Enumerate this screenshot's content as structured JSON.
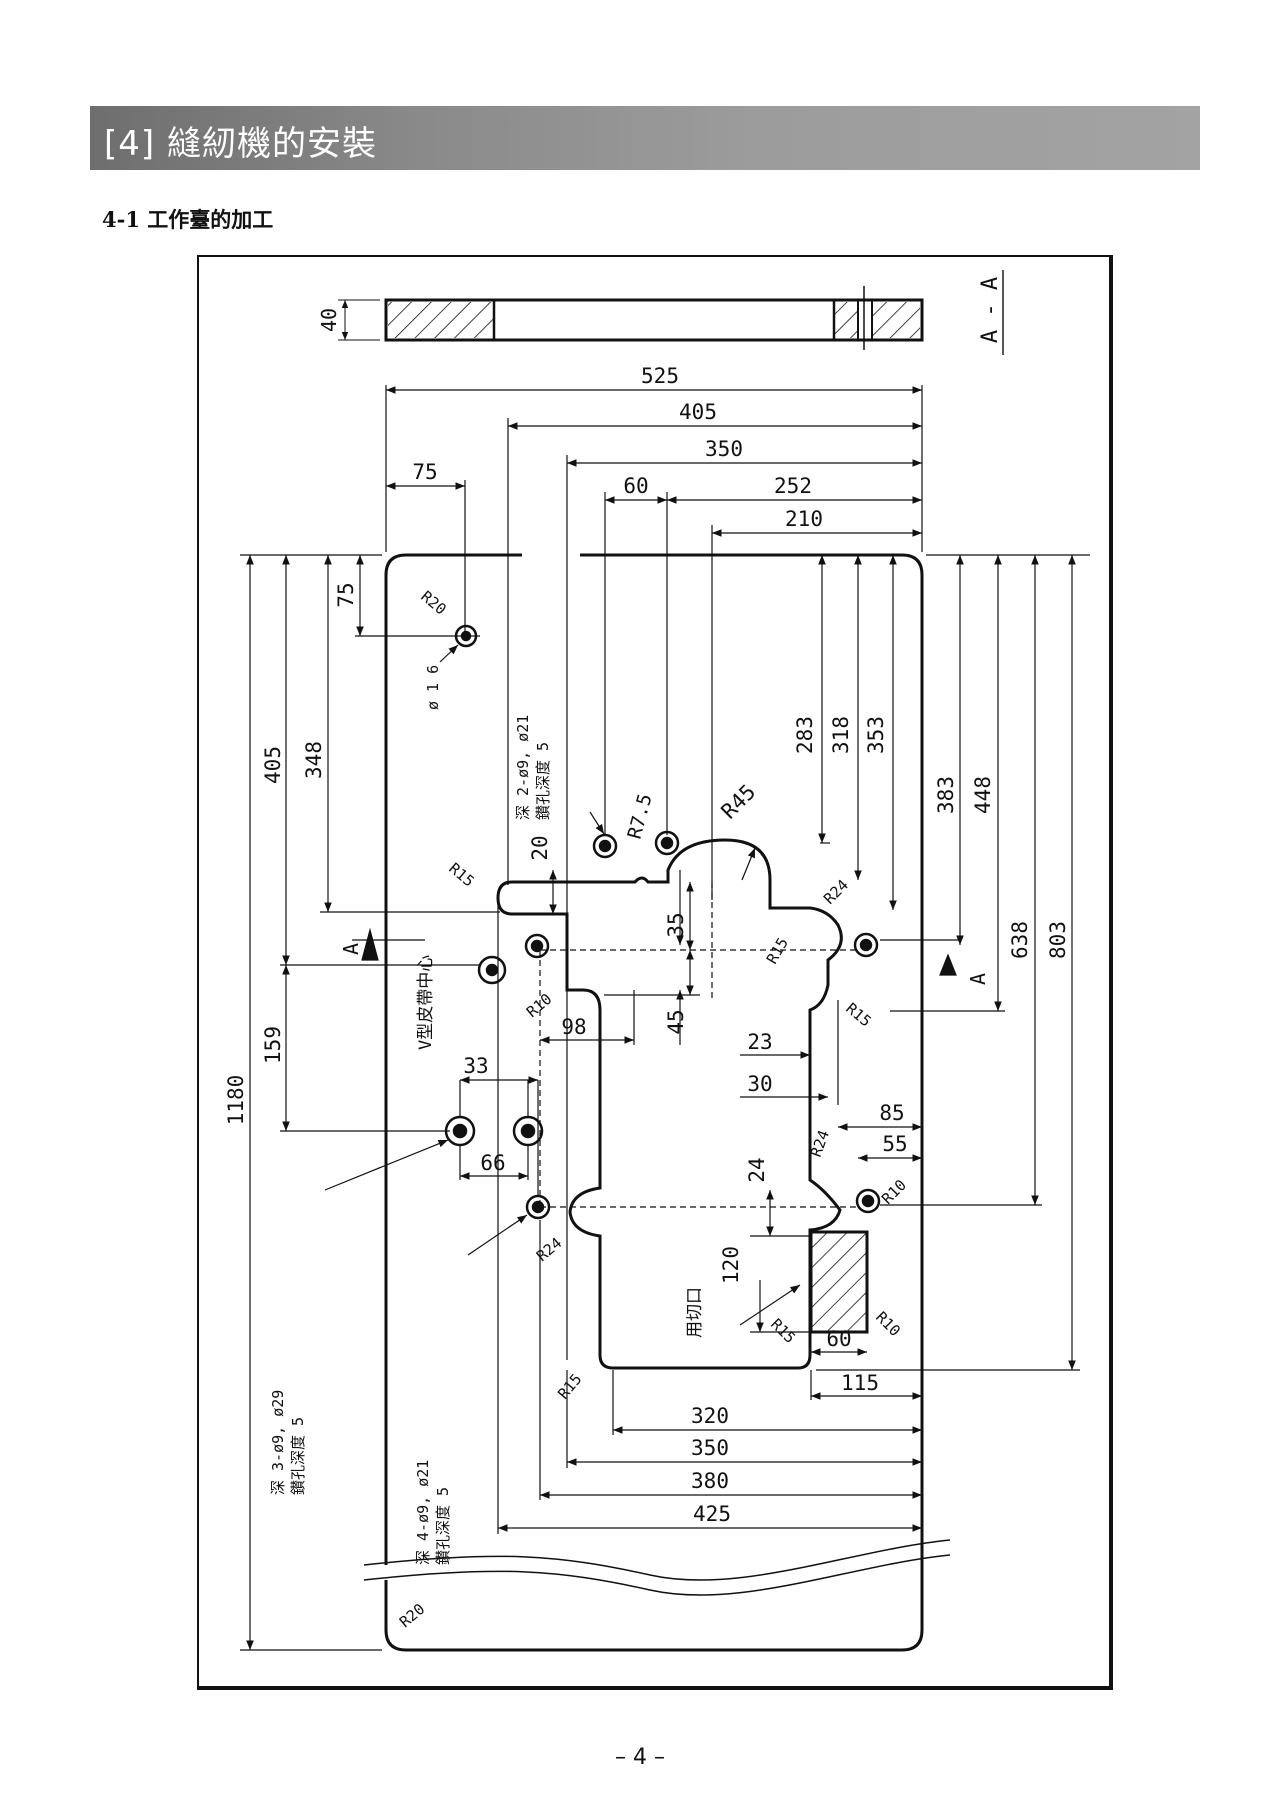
{
  "header": {
    "title": "[4] 縫紉機的安裝"
  },
  "section": {
    "title": "4-1 工作臺的加工"
  },
  "drawing": {
    "section_view_label": "A - A",
    "section_thickness": "40",
    "section_marker": "A",
    "horizontal_dims": {
      "d525": "525",
      "d405": "405",
      "d350": "350",
      "d60": "60",
      "d252": "252",
      "d210": "210",
      "d75": "75",
      "d98": "98",
      "d33": "33",
      "d66": "66",
      "d23": "23",
      "d30": "30",
      "d85": "85",
      "d55": "55",
      "d60b": "60",
      "d115": "115",
      "d320": "320",
      "d350b": "350",
      "d380": "380",
      "d425": "425"
    },
    "vertical_dims": {
      "d1180": "1180",
      "d405v": "405",
      "d348": "348",
      "d75v": "75",
      "d159": "159",
      "d283": "283",
      "d318": "318",
      "d353": "353",
      "d383": "383",
      "d448": "448",
      "d638": "638",
      "d803": "803",
      "d20": "20",
      "d35": "35",
      "d45": "45",
      "d24": "24",
      "d120": "120"
    },
    "radii": {
      "r20_top": "R20",
      "r20_bottom": "R20",
      "r45": "R45",
      "r7_5": "R7.5",
      "r15_left": "R15",
      "r15_mid": "R15",
      "r15_right": "R15",
      "r15_bottom": "R15",
      "r15_cut": "R15",
      "r10_left": "R10",
      "r10_right": "R10",
      "r10_cut": "R10",
      "r24_right": "R24",
      "r24_mid": "R24",
      "r24_left": "R24"
    },
    "hole_dia": "ø 1 6",
    "notes": {
      "note1_line1": "深 2-ø9, ø21",
      "note1_line2": "鑚孔深度 5",
      "note2_line1": "深 3-ø9, ø29",
      "note2_line2": "鑚孔深度 5",
      "note3_line1": "深 4-ø9, ø21",
      "note3_line2": "鑚孔深度 5",
      "vbelt": "V型皮帶中心",
      "cutout": "用切口"
    }
  },
  "footer": {
    "page_number": "– 4 –"
  }
}
